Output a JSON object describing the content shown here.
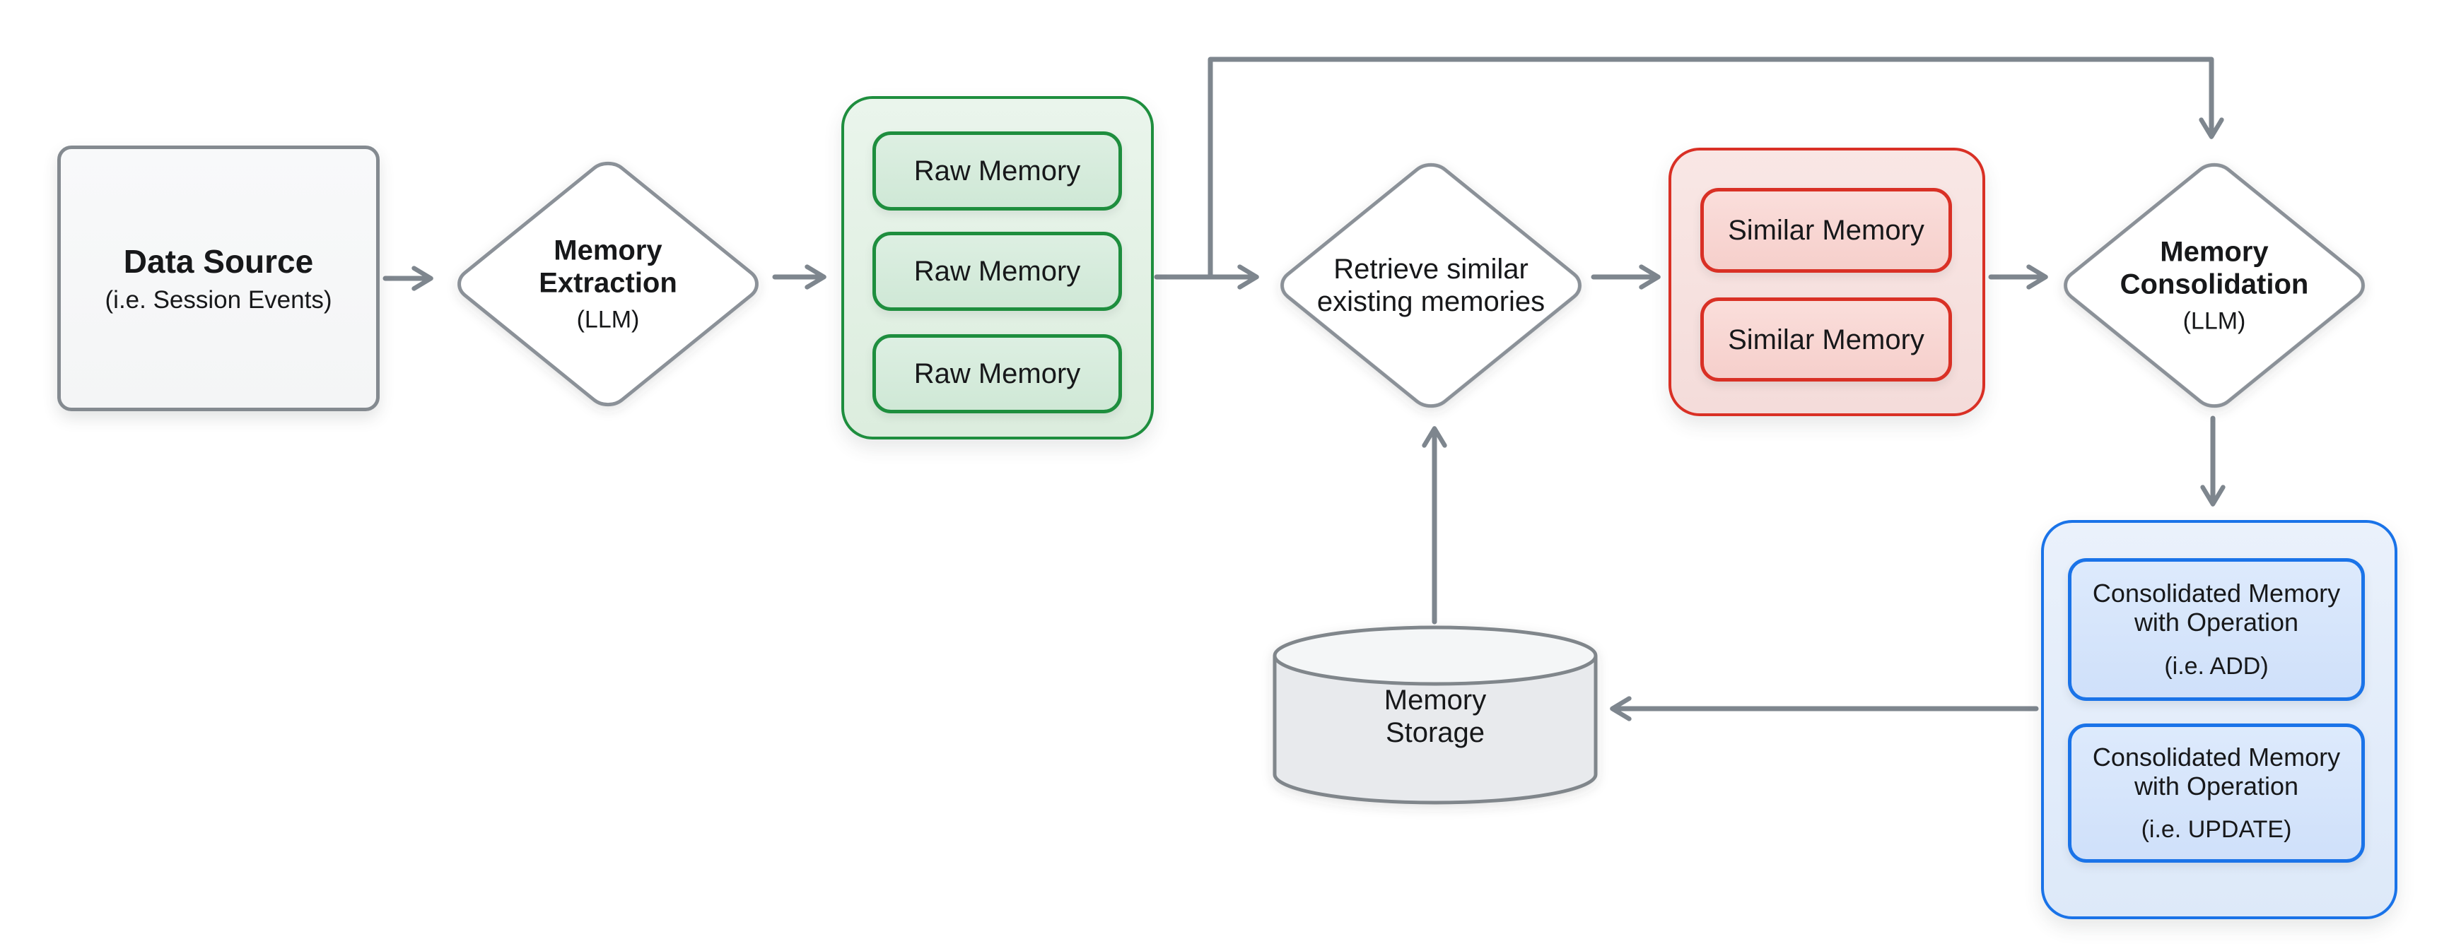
{
  "diagram": {
    "background": "#ffffff",
    "palette": {
      "arrow_gray": "#7e868e",
      "shape_border_gray": "#8b9198",
      "green_border": "#1e8e3e",
      "red_border": "#d93025",
      "blue_border": "#1a73e8"
    },
    "nodes": {
      "data_source": {
        "title": "Data Source",
        "subtitle": "(i.e. Session Events)"
      },
      "memory_extraction": {
        "title": "Memory Extraction",
        "subtitle": "(LLM)"
      },
      "raw_memory_group": {
        "items": [
          "Raw Memory",
          "Raw Memory",
          "Raw Memory"
        ]
      },
      "retrieve_memories": {
        "title": "Retrieve similar existing memories"
      },
      "similar_memory_group": {
        "items": [
          "Similar Memory",
          "Similar Memory"
        ]
      },
      "memory_consolidation": {
        "title": "Memory Consolidation",
        "subtitle": "(LLM)"
      },
      "consolidated_group": {
        "items": [
          {
            "title": "Consolidated Memory with Operation",
            "subtitle": "(i.e. ADD)"
          },
          {
            "title": "Consolidated Memory with Operation",
            "subtitle": "(i.e. UPDATE)"
          }
        ]
      },
      "memory_storage": {
        "title": "Memory Storage"
      }
    }
  }
}
